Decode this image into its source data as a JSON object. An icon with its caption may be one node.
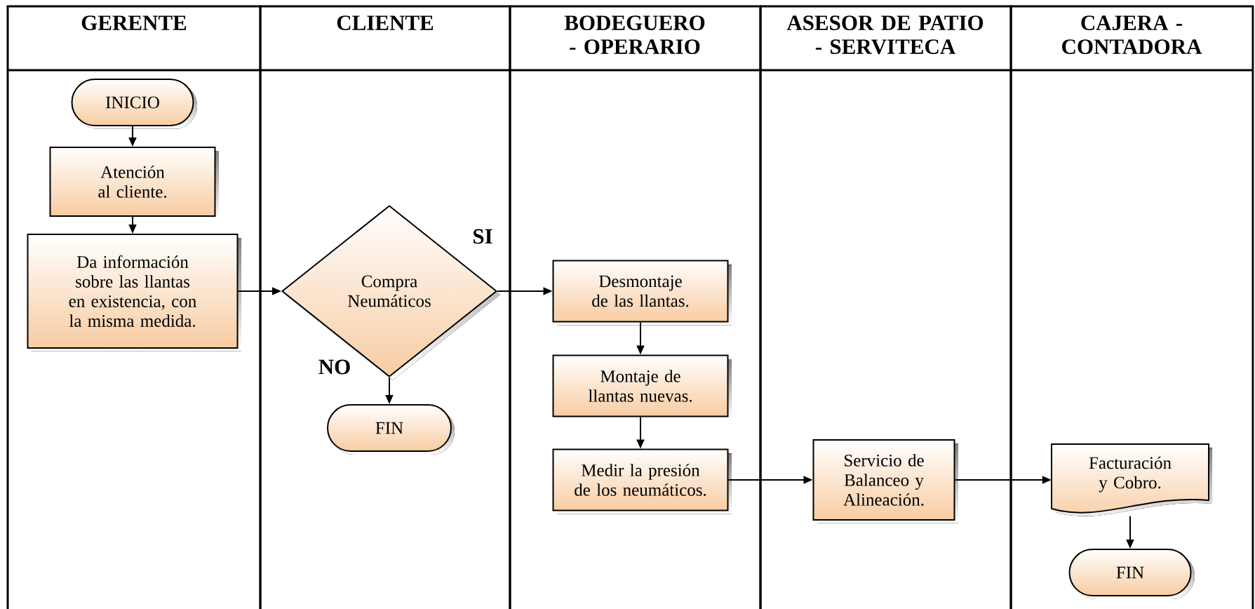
{
  "diagram": {
    "nodes": [
      {
        "text": [
          "GERENTE"
        ]
      },
      {
        "text": [
          "CLIENTE"
        ]
      },
      {
        "text": [
          "BODEGUERO - OPERARIO"
        ]
      },
      {
        "text": [
          "ASESOR DE PATIO - SERVITECA"
        ]
      },
      {
        "text": [
          "CAJERA - CONTADORA"
        ]
      },
      {
        "text": [
          "INICIO"
        ],
        "in": 0
      },
      {
        "text": [
          "Atención al cliente."
        ],
        "in": 0
      },
      {
        "text": [
          "Da información sobre las llantas en existencia, con la misma medida."
        ],
        "in": 0
      },
      {
        "text": [
          "Compra Neumáticos"
        ],
        "in": 1
      },
      {
        "text": [
          "FIN"
        ],
        "in": 1
      },
      {
        "text": [
          "Desmontaje de las llantas."
        ],
        "in": 2
      },
      {
        "text": [
          "Montaje de llantas nuevas."
        ],
        "in": 2
      },
      {
        "text": [
          "Medir la presión de los neumáticos."
        ],
        "in": 2
      },
      {
        "text": [
          "Servicio de Balanceo y Alineación."
        ],
        "in": 3
      },
      {
        "text": [
          "Facturación y Cobro."
        ],
        "in": 4
      },
      {
        "text": [
          "FIN"
        ],
        "in": 4
      }
    ],
    "edges": [
      {
        "from": 5,
        "to": 6,
        "arrow": "to"
      },
      {
        "from": 6,
        "to": 7,
        "arrow": "to"
      },
      {
        "from": 7,
        "to": 8,
        "arrow": "to"
      },
      {
        "from": 8,
        "to": 10,
        "arrow": "to",
        "label": "SI"
      },
      {
        "from": 8,
        "to": 9,
        "arrow": "to",
        "label": "NO"
      },
      {
        "from": 10,
        "to": 11,
        "arrow": "to"
      },
      {
        "from": 11,
        "to": 12,
        "arrow": "to"
      },
      {
        "from": 12,
        "to": 13,
        "arrow": "to"
      },
      {
        "from": 13,
        "to": 14,
        "arrow": "to"
      },
      {
        "from": 14,
        "to": 15,
        "arrow": "to"
      }
    ]
  }
}
